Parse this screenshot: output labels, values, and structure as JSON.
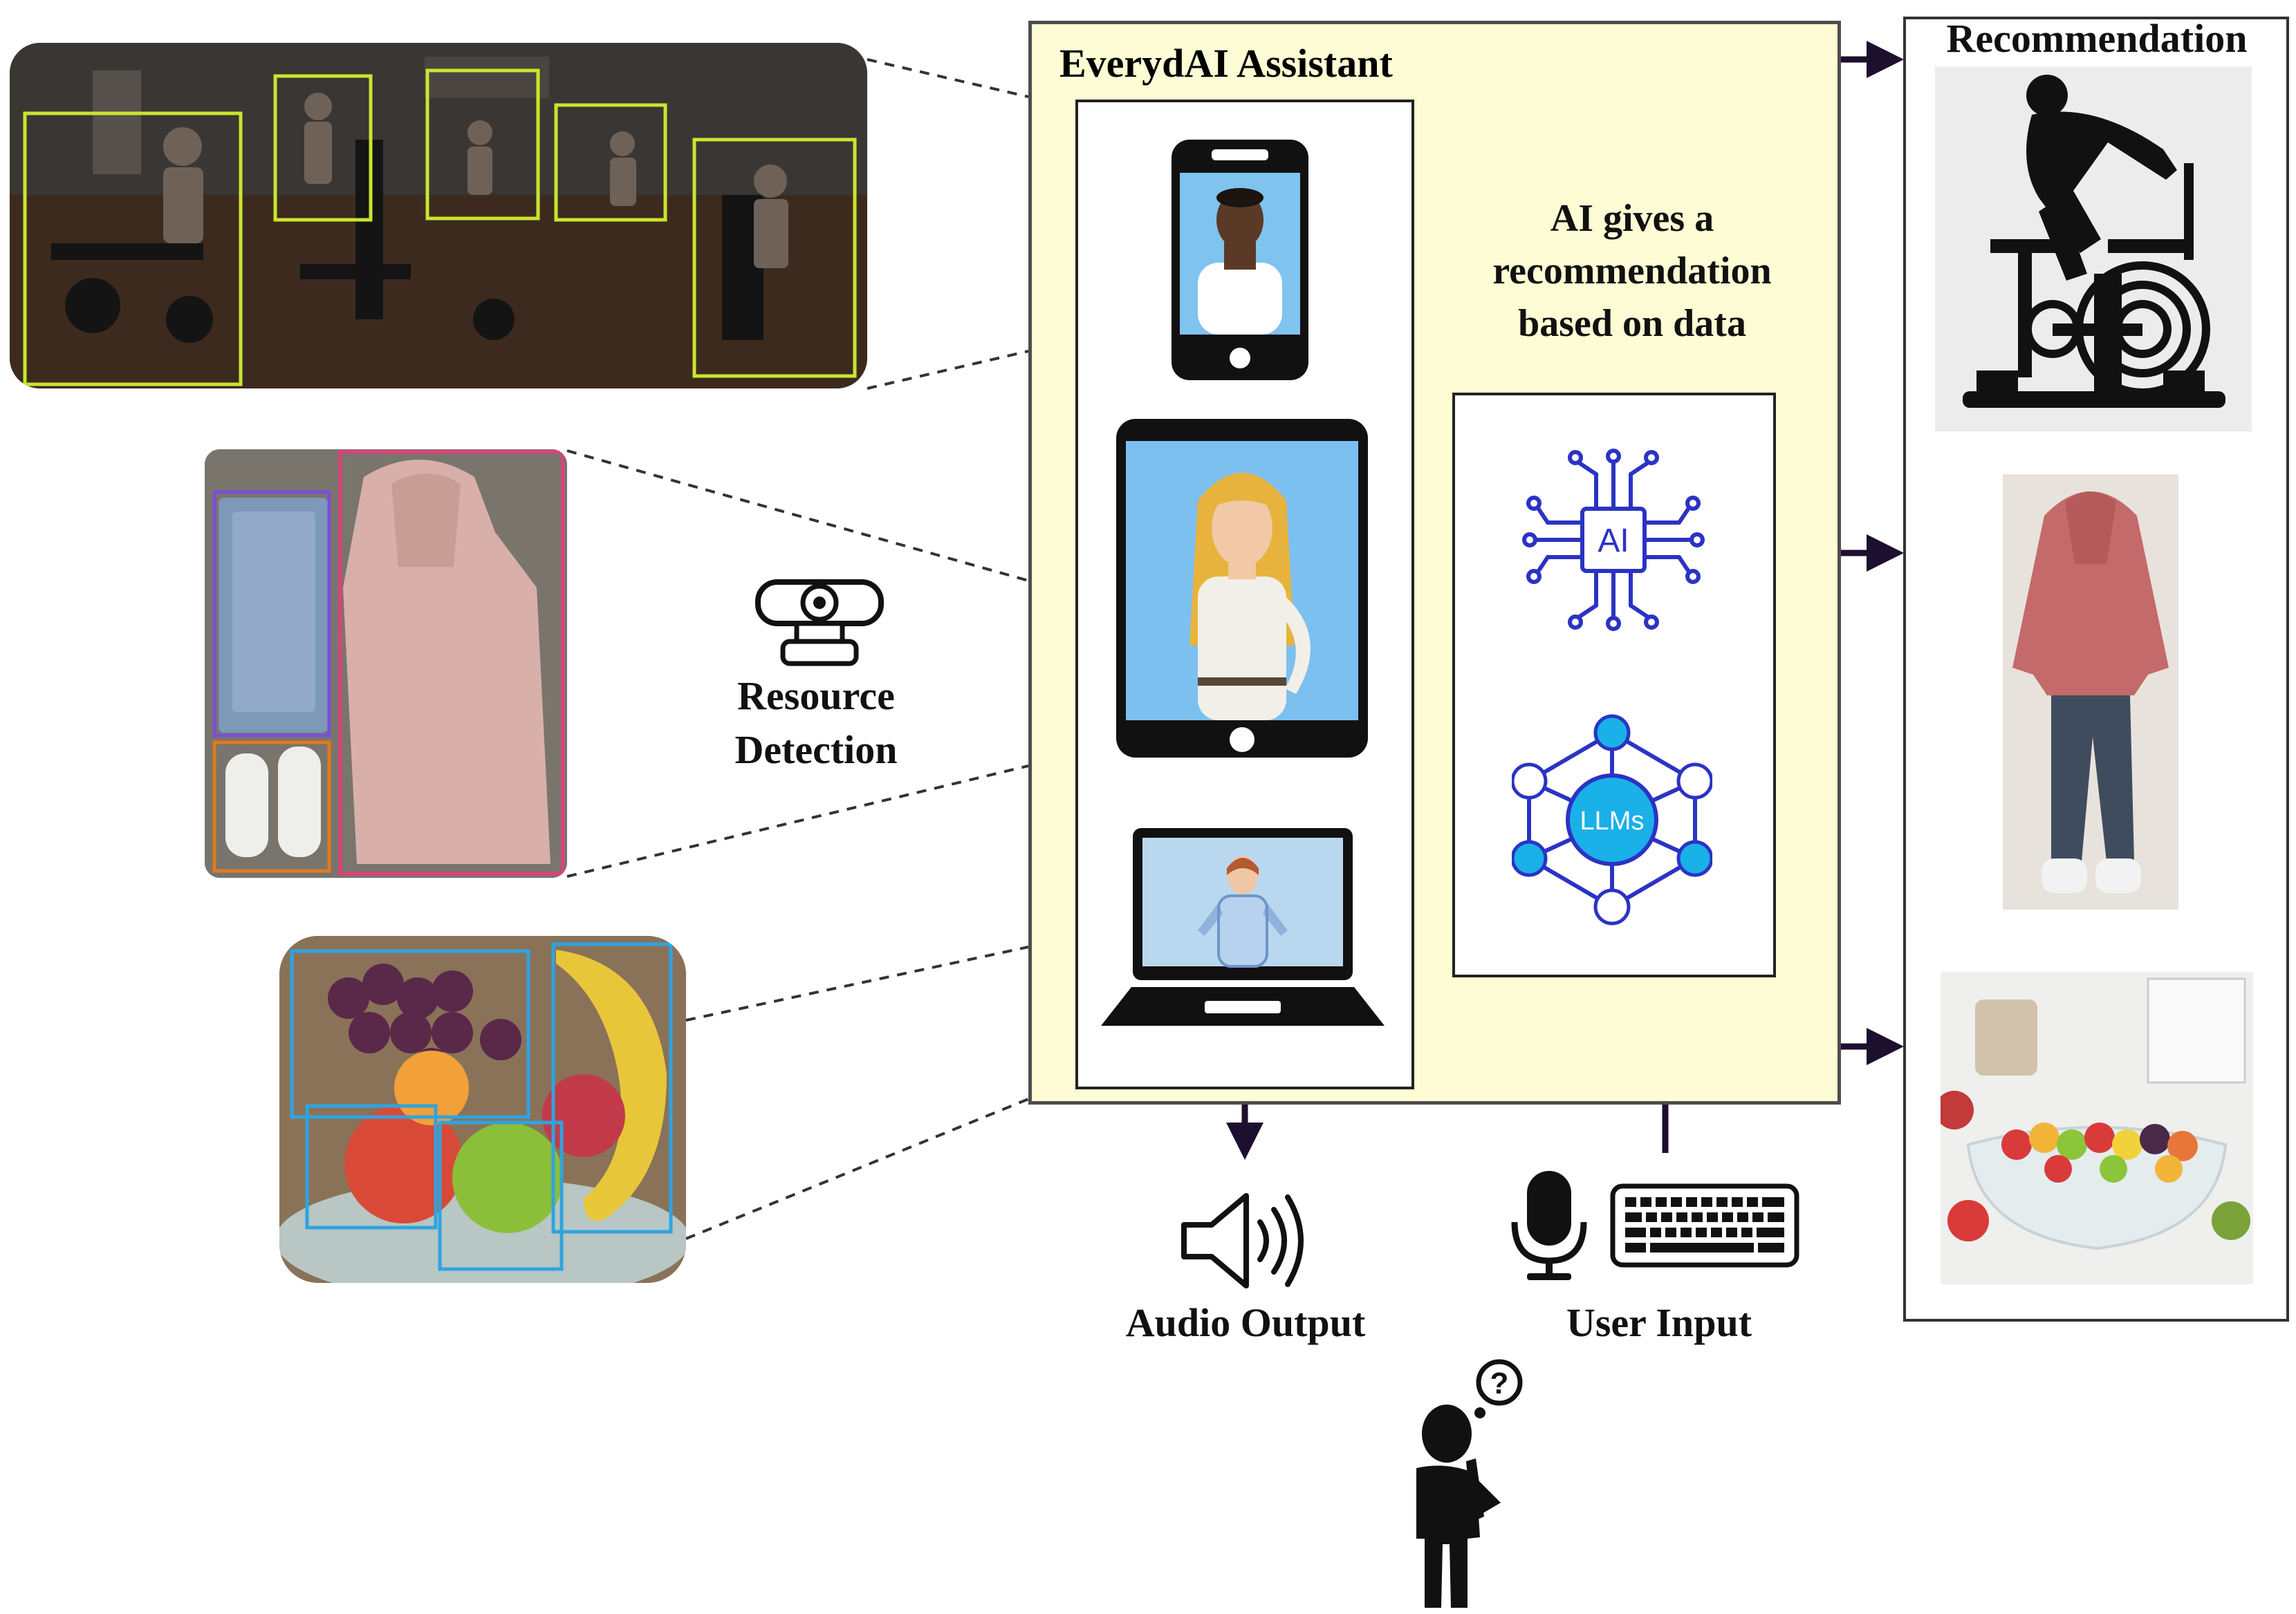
{
  "assistant": {
    "title": "EverydAI Assistant",
    "ai_caption": "AI gives a recommendation based on data",
    "ai_chip_text": "AI",
    "llm_text": "LLMs"
  },
  "detection": {
    "label": "Resource Detection"
  },
  "recommendation": {
    "title": "Recommendation"
  },
  "output": {
    "audio_label": "Audio Output"
  },
  "input": {
    "user_label": "User Input"
  },
  "colors": {
    "panel_fill": "#fdfcd4",
    "arrow": "#1d0f2e",
    "gym_box": "#c9e52e",
    "ai_icon": "#2b33c4",
    "llm_node": "#1ab0e8",
    "fruit_box": "#2ea4e0",
    "jeans_box": "#7a4fd6",
    "shoes_box": "#e07a1f",
    "hoodie_box": "#e0407a"
  },
  "icons": [
    "webcam-icon",
    "phone-avatar-icon",
    "tablet-avatar-icon",
    "laptop-avatar-icon",
    "ai-chip-icon",
    "llm-network-icon",
    "speaker-icon",
    "microphone-icon",
    "keyboard-icon",
    "thinking-person-icon"
  ]
}
